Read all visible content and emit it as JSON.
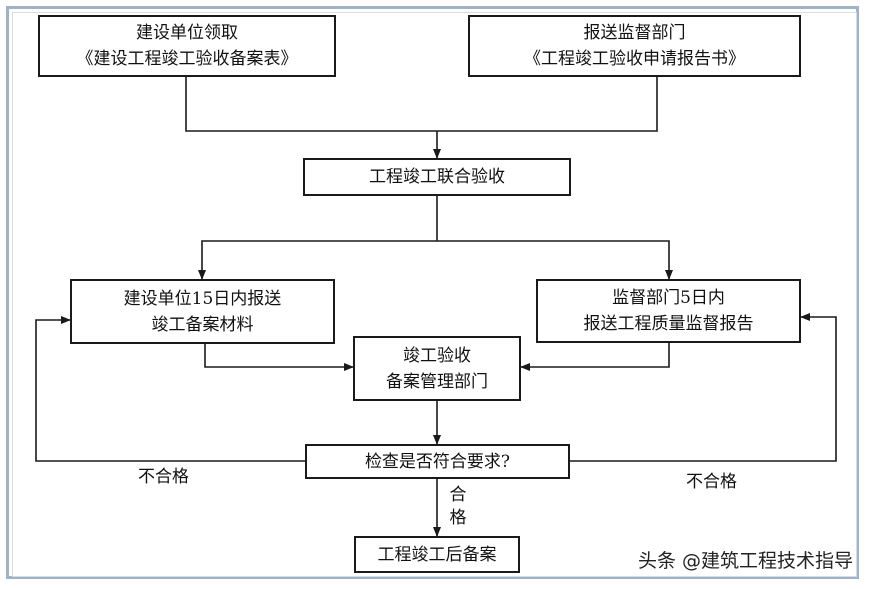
{
  "flowchart": {
    "box_collect_form": {
      "line1": "建设单位领取",
      "line2": "《建设工程竣工验收备案表》"
    },
    "box_submit_supervision": {
      "line1": "报送监督部门",
      "line2": "《工程竣工验收申请报告书》"
    },
    "box_joint_acceptance": {
      "line1": "工程竣工联合验收"
    },
    "box_owner_submit": {
      "line1": "建设单位15日内报送",
      "line2": "竣工备案材料"
    },
    "box_supervision_report": {
      "line1": "监督部门5日内",
      "line2": "报送工程质量监督报告"
    },
    "box_filing_department": {
      "line1": "竣工验收",
      "line2": "备案管理部门"
    },
    "box_check": {
      "line1": "检查是否符合要求?"
    },
    "box_final_filing": {
      "line1": "工程竣工后备案"
    },
    "label_fail_left": "不合格",
    "label_fail_right": "不合格",
    "label_pass_1": "合",
    "label_pass_2": "格"
  },
  "watermark": "头条 @建筑工程技术指导",
  "colors": {
    "stroke": "#1a1a1a",
    "frame": "#9fb3c8"
  }
}
